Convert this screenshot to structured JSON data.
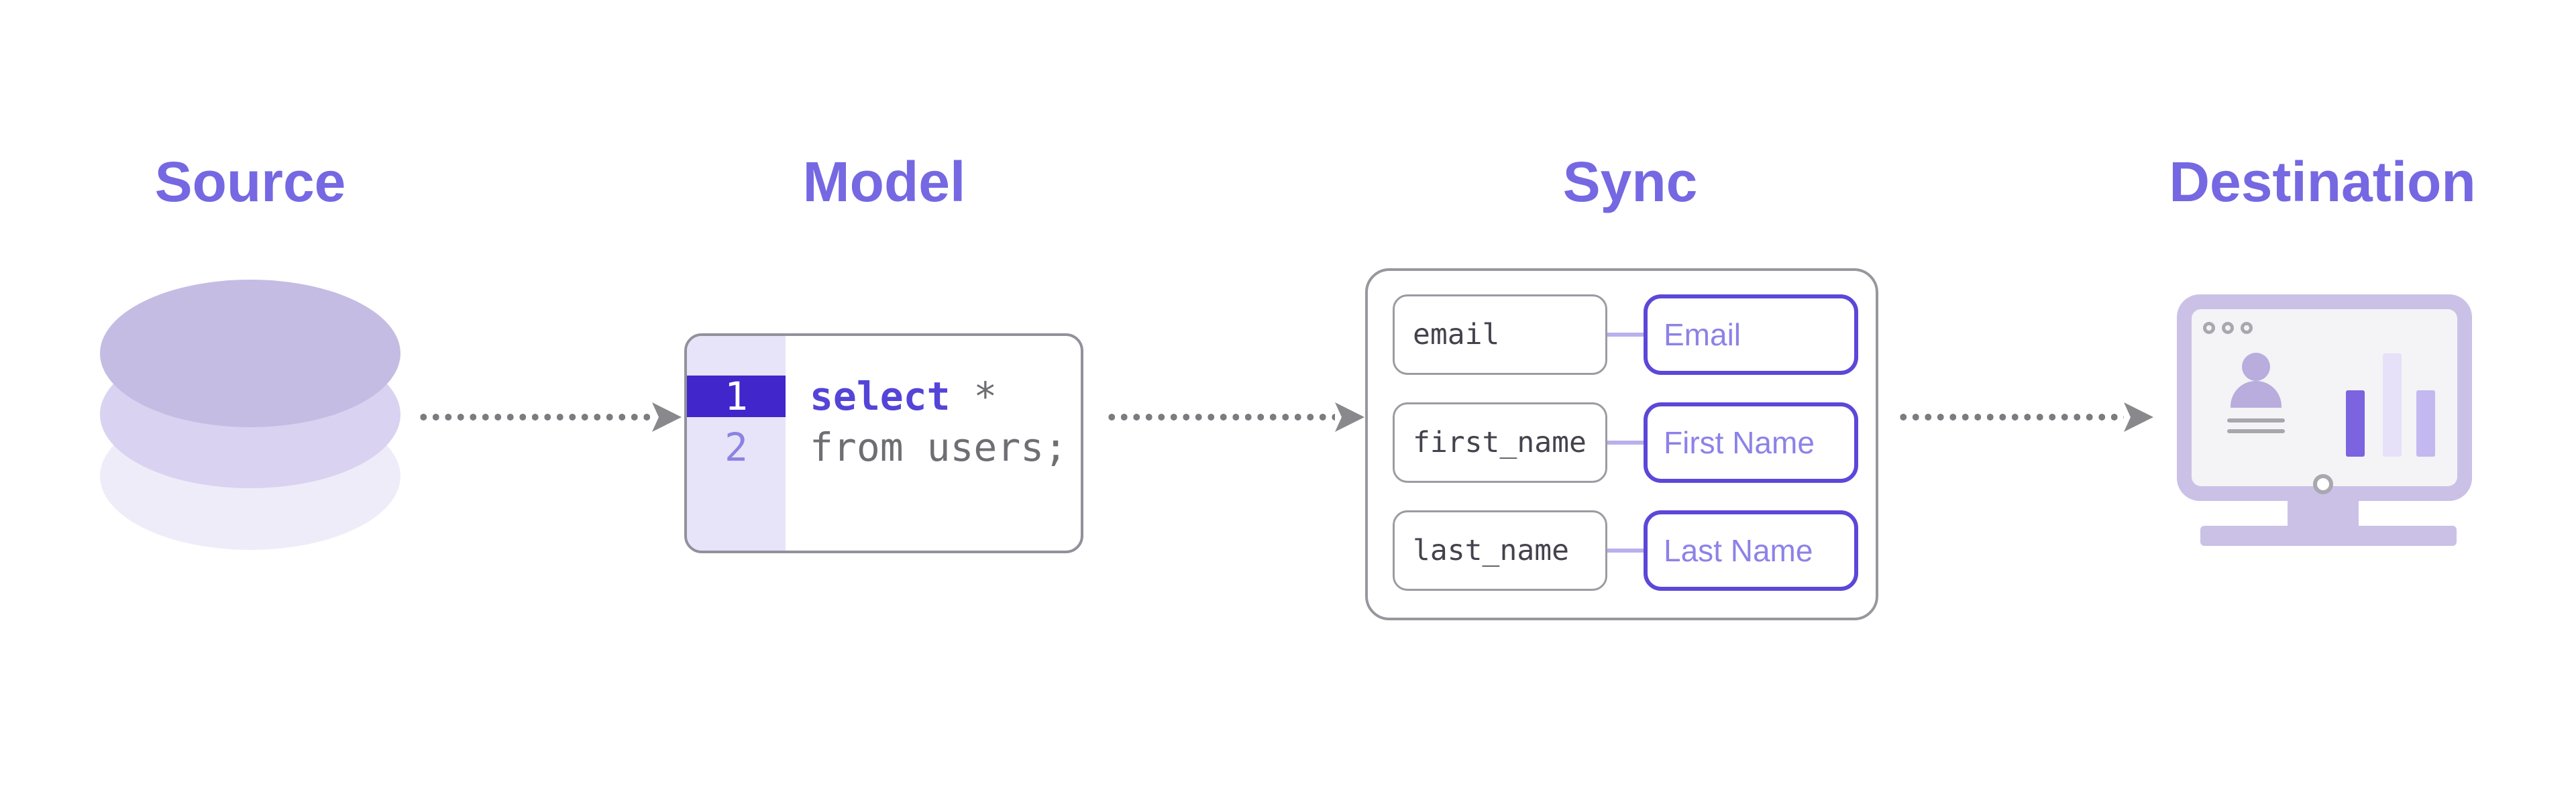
{
  "diagram": {
    "stages": [
      {
        "id": "source",
        "label": "Source"
      },
      {
        "id": "model",
        "label": "Model"
      },
      {
        "id": "sync",
        "label": "Sync"
      },
      {
        "id": "destination",
        "label": "Destination"
      }
    ],
    "model_editor": {
      "lines": [
        {
          "number": "1",
          "keyword": "select",
          "rest": " *"
        },
        {
          "number": "2",
          "code": "from users;"
        }
      ]
    },
    "sync_mappings": [
      {
        "source_field": "email",
        "destination_field": "Email"
      },
      {
        "source_field": "first_name",
        "destination_field": "First Name"
      },
      {
        "source_field": "last_name",
        "destination_field": "Last Name"
      }
    ],
    "icons": {
      "source": "database-cylinder-icon",
      "destination": "dashboard-monitor-icon",
      "flow": "dotted-arrow-icon"
    },
    "colors": {
      "accent_purple": "#7568e2",
      "highlight_indigo": "#4126cb",
      "keyword_purple": "#5444d8",
      "light_purple_text": "#8c82e8",
      "destination_pill_border": "#5b48d8",
      "arrow_gray": "#7b7b80",
      "cylinder_top": "#c5bce4",
      "monitor_lavender": "#cbc1e7"
    }
  }
}
